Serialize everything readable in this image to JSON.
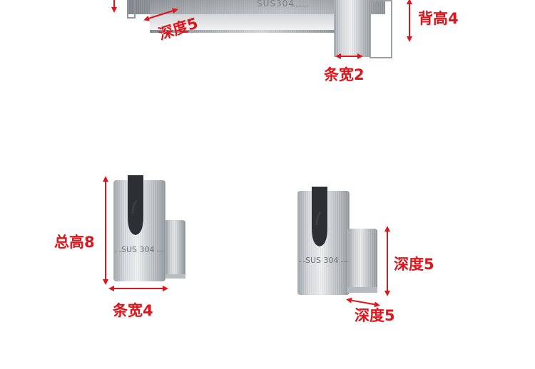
{
  "top_product": {
    "engraving": "SUS304",
    "labels": {
      "depth": "深度5",
      "back_height": "背高4",
      "strip_width": "条宽2"
    }
  },
  "left_product": {
    "engraving": "SUS 304",
    "labels": {
      "total_height": "总高8",
      "strip_width": "条宽4"
    }
  },
  "right_product": {
    "engraving": "SUS 304",
    "labels": {
      "depth_vertical": "深度5",
      "depth_bottom": "深度5"
    }
  },
  "colors": {
    "annotation": "#e0141b",
    "hook": "#2c2f33",
    "steel_light": "#eef0f1",
    "steel_dark": "#8f969b"
  },
  "icons": [
    "red-arrow-icon",
    "black-hook-icon"
  ]
}
